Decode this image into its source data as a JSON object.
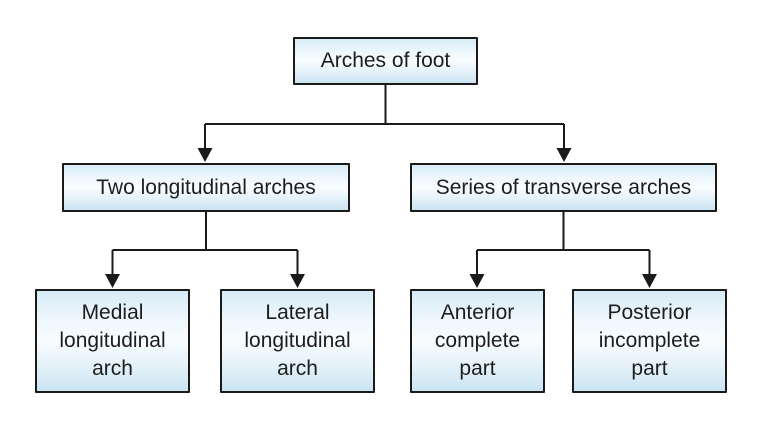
{
  "diagram": {
    "title": "Arches of foot",
    "type": "tree",
    "nodes": [
      {
        "id": "root",
        "label": "Arches of foot",
        "parent": null
      },
      {
        "id": "long",
        "label": "Two longitudinal arches",
        "parent": "root"
      },
      {
        "id": "trans",
        "label": "Series of transverse arches",
        "parent": "root"
      },
      {
        "id": "medial",
        "label": "Medial longitudinal arch",
        "parent": "long"
      },
      {
        "id": "lateral",
        "label": "Lateral longitudinal arch",
        "parent": "long"
      },
      {
        "id": "anterior",
        "label": "Anterior complete part",
        "parent": "trans"
      },
      {
        "id": "posterior",
        "label": "Posterior incomplete part",
        "parent": "trans"
      }
    ],
    "edges": [
      {
        "from": "root",
        "to": "long"
      },
      {
        "from": "root",
        "to": "trans"
      },
      {
        "from": "long",
        "to": "medial"
      },
      {
        "from": "long",
        "to": "lateral"
      },
      {
        "from": "trans",
        "to": "anterior"
      },
      {
        "from": "trans",
        "to": "posterior"
      }
    ],
    "colors": {
      "background": "#ffffff",
      "box_border": "#1a1a1a",
      "box_fill_top": "#d6ebf7",
      "box_fill_center": "#f8fcfe",
      "box_fill_bottom": "#cbe4f2",
      "line": "#1a1a1a",
      "text": "#1d1d1d"
    }
  }
}
